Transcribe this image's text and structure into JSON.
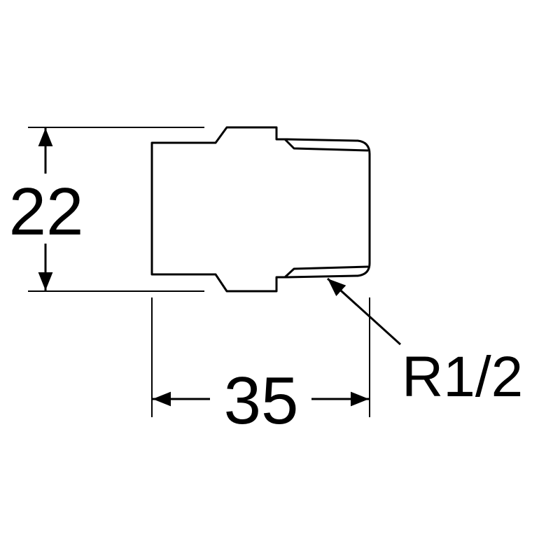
{
  "dimensions": {
    "height": "22",
    "length": "35",
    "thread": "R1/2"
  },
  "colors": {
    "line": "#000000",
    "background": "#ffffff"
  }
}
